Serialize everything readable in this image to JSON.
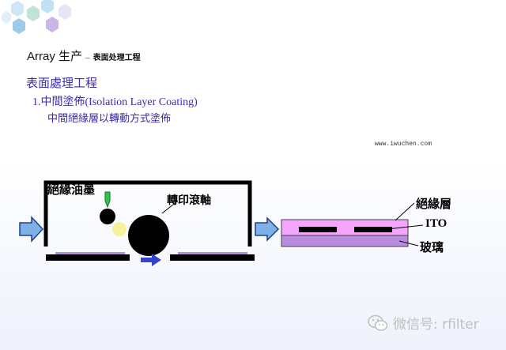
{
  "header": {
    "title": "Array 生产",
    "separator": "–",
    "subtitle": "表面处理工程"
  },
  "content": {
    "heading": "表面處理工程",
    "item_1": "1.中間塗佈(Isolation Layer Coating)",
    "item_1_desc": "中間絕緣層以轉動方式塗佈"
  },
  "watermark_url": "www.iwuchen.com",
  "diagram": {
    "label_ink": "絕緣油墨",
    "label_roller": "轉印滾軸",
    "label_insulation": "絕緣層",
    "label_ito": "ITO",
    "label_glass": "玻璃"
  },
  "wechat": {
    "text": "微信号: rfilter"
  },
  "colors": {
    "text_blue": "#3a2bb0",
    "arrow_fill": "#7fb0e8",
    "arrow_stroke": "#1f3f8a",
    "conveyor_arrow": "#3344c8",
    "nozzle_green": "#33c447",
    "light_spot": "#f5f08a",
    "insulation_layer": "#f4a6ff",
    "glass_layer": "#b98ce0",
    "ito_black": "#000000"
  }
}
